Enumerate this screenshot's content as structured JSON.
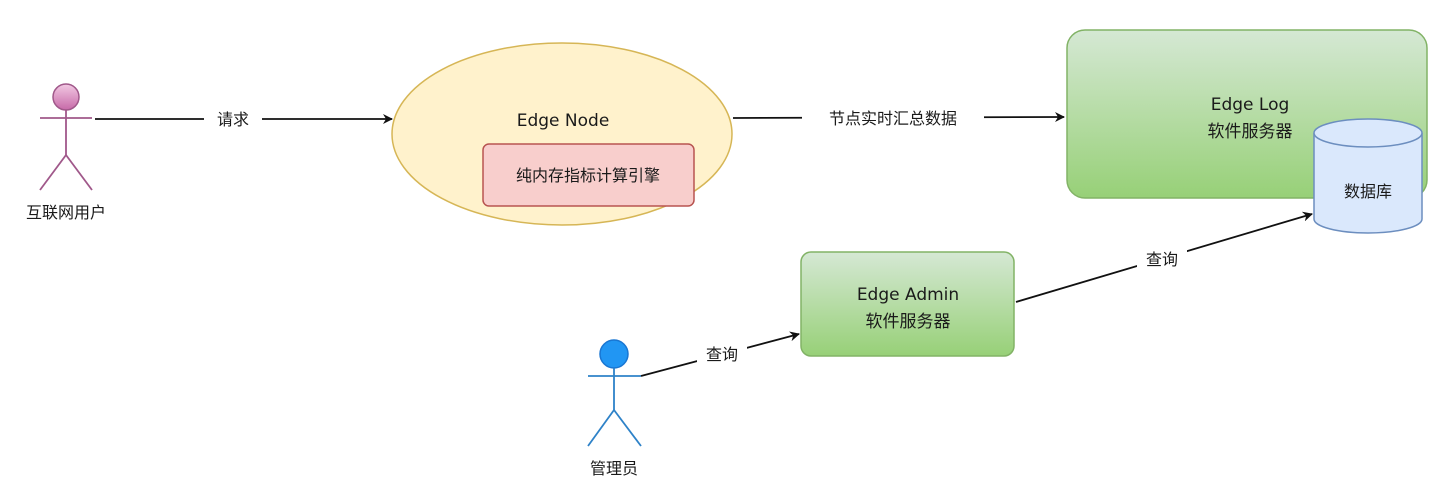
{
  "actors": {
    "internet_user": {
      "label": "互联网用户",
      "color": "#e6a3d1"
    },
    "admin": {
      "label": "管理员",
      "color": "#2196f3"
    }
  },
  "nodes": {
    "edge_node": {
      "title": "Edge Node",
      "engine_label": "纯内存指标计算引擎"
    },
    "edge_log": {
      "line1": "Edge Log",
      "line2": "软件服务器"
    },
    "database": {
      "label": "数据库"
    },
    "edge_admin": {
      "line1": "Edge Admin",
      "line2": "软件服务器"
    }
  },
  "edges": {
    "request": "请求",
    "realtime_summary": "节点实时汇总数据",
    "query_db": "查询",
    "query_admin": "查询"
  },
  "colors": {
    "ellipse_fill": "#fff2cc",
    "ellipse_stroke": "#d6b656",
    "engine_fill": "#f8cecc",
    "engine_stroke": "#b85450",
    "server_fill_top": "#d5e8d4",
    "server_fill_bottom": "#97d077",
    "server_stroke": "#82b366",
    "db_fill": "#dae8fc",
    "db_stroke": "#6c8ebf"
  }
}
